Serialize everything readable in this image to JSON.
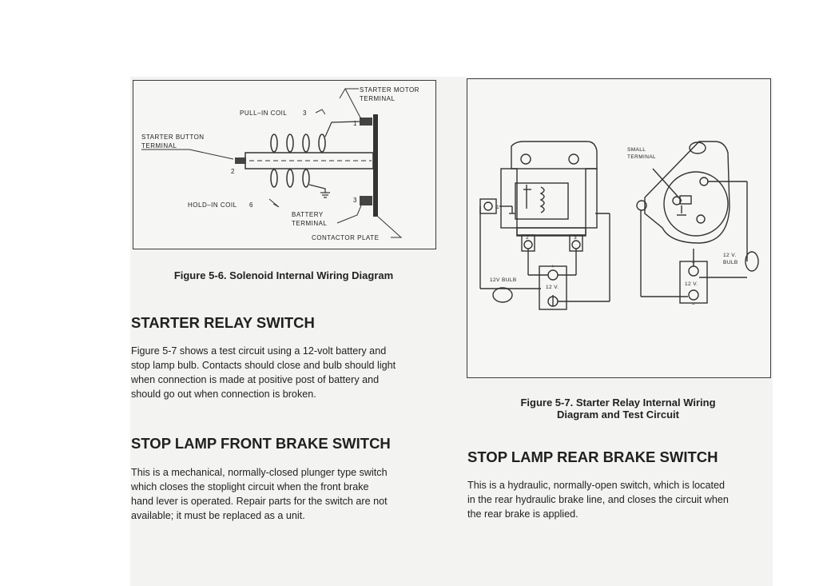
{
  "figure1": {
    "caption": "Figure 5-6. Solenoid Internal Wiring Diagram",
    "labels": {
      "starter_motor_terminal_1": "STARTER MOTOR",
      "starter_motor_terminal_2": "TERMINAL",
      "pull_in_coil": "PULL–IN COIL",
      "pull_in_value": "3",
      "starter_button_1": "STARTER BUTTON",
      "starter_button_2": "TERMINAL",
      "hold_in_coil": "HOLD–IN COIL",
      "hold_in_value": "6",
      "battery_terminal_1": "BATTERY",
      "battery_terminal_2": "TERMINAL",
      "contactor_plate": "CONTACTOR PLATE",
      "num1": "1",
      "num2": "2",
      "num3": "3"
    }
  },
  "figure2": {
    "caption_line1": "Figure 5-7. Starter Relay Internal Wiring",
    "caption_line2": "Diagram and Test Circuit",
    "labels": {
      "small_terminal_1": "SMALL",
      "small_terminal_2": "TERMINAL",
      "bulb_left": "12V BULB",
      "volts_left": "12 V.",
      "bulb_right_1": "12 V.",
      "bulb_right_2": "BULB",
      "volts_right": "12 V.",
      "num1": "1",
      "num2": "2",
      "num3": "3",
      "plus": "+",
      "minus": "–"
    }
  },
  "sections": [
    {
      "heading": "STARTER RELAY SWITCH",
      "lines": [
        "Figure 5-7 shows a test circuit using a 12-volt battery and",
        "stop lamp bulb. Contacts should close and bulb should light",
        "when connection is made at positive post of battery and",
        "should go out when connection is broken."
      ]
    },
    {
      "heading": "STOP LAMP FRONT BRAKE SWITCH",
      "lines": [
        "This is a mechanical, normally-closed plunger type switch",
        "which closes the stoplight circuit when the front brake",
        "hand lever is operated. Repair parts for the switch are not",
        "available; it must be replaced as a unit."
      ]
    },
    {
      "heading": "STOP LAMP REAR BRAKE SWITCH",
      "lines": [
        "This is a hydraulic, normally-open switch, which is located",
        "in the rear hydraulic brake line, and closes the circuit when",
        "the rear brake is applied."
      ]
    }
  ]
}
